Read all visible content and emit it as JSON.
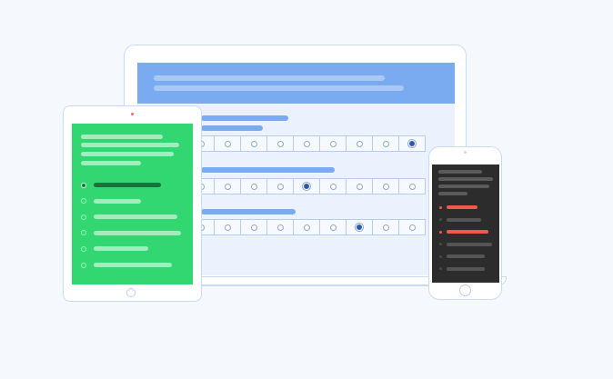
{
  "colors": {
    "background": "#f5f8fc",
    "laptop_header": "#7aabf0",
    "laptop_screen": "#ebf2fd",
    "tablet_screen": "#33d772",
    "phone_screen": "#2c2c2c",
    "accent_red": "#ef5b4a"
  },
  "survey": {
    "rows": [
      {
        "selected": 8
      },
      {
        "selected": 4
      },
      {
        "selected": 6
      }
    ],
    "columns": 9
  },
  "tablet_list": {
    "selected": 0,
    "count": 6
  },
  "phone_list": {
    "selected": [
      0,
      2
    ],
    "count": 6
  }
}
